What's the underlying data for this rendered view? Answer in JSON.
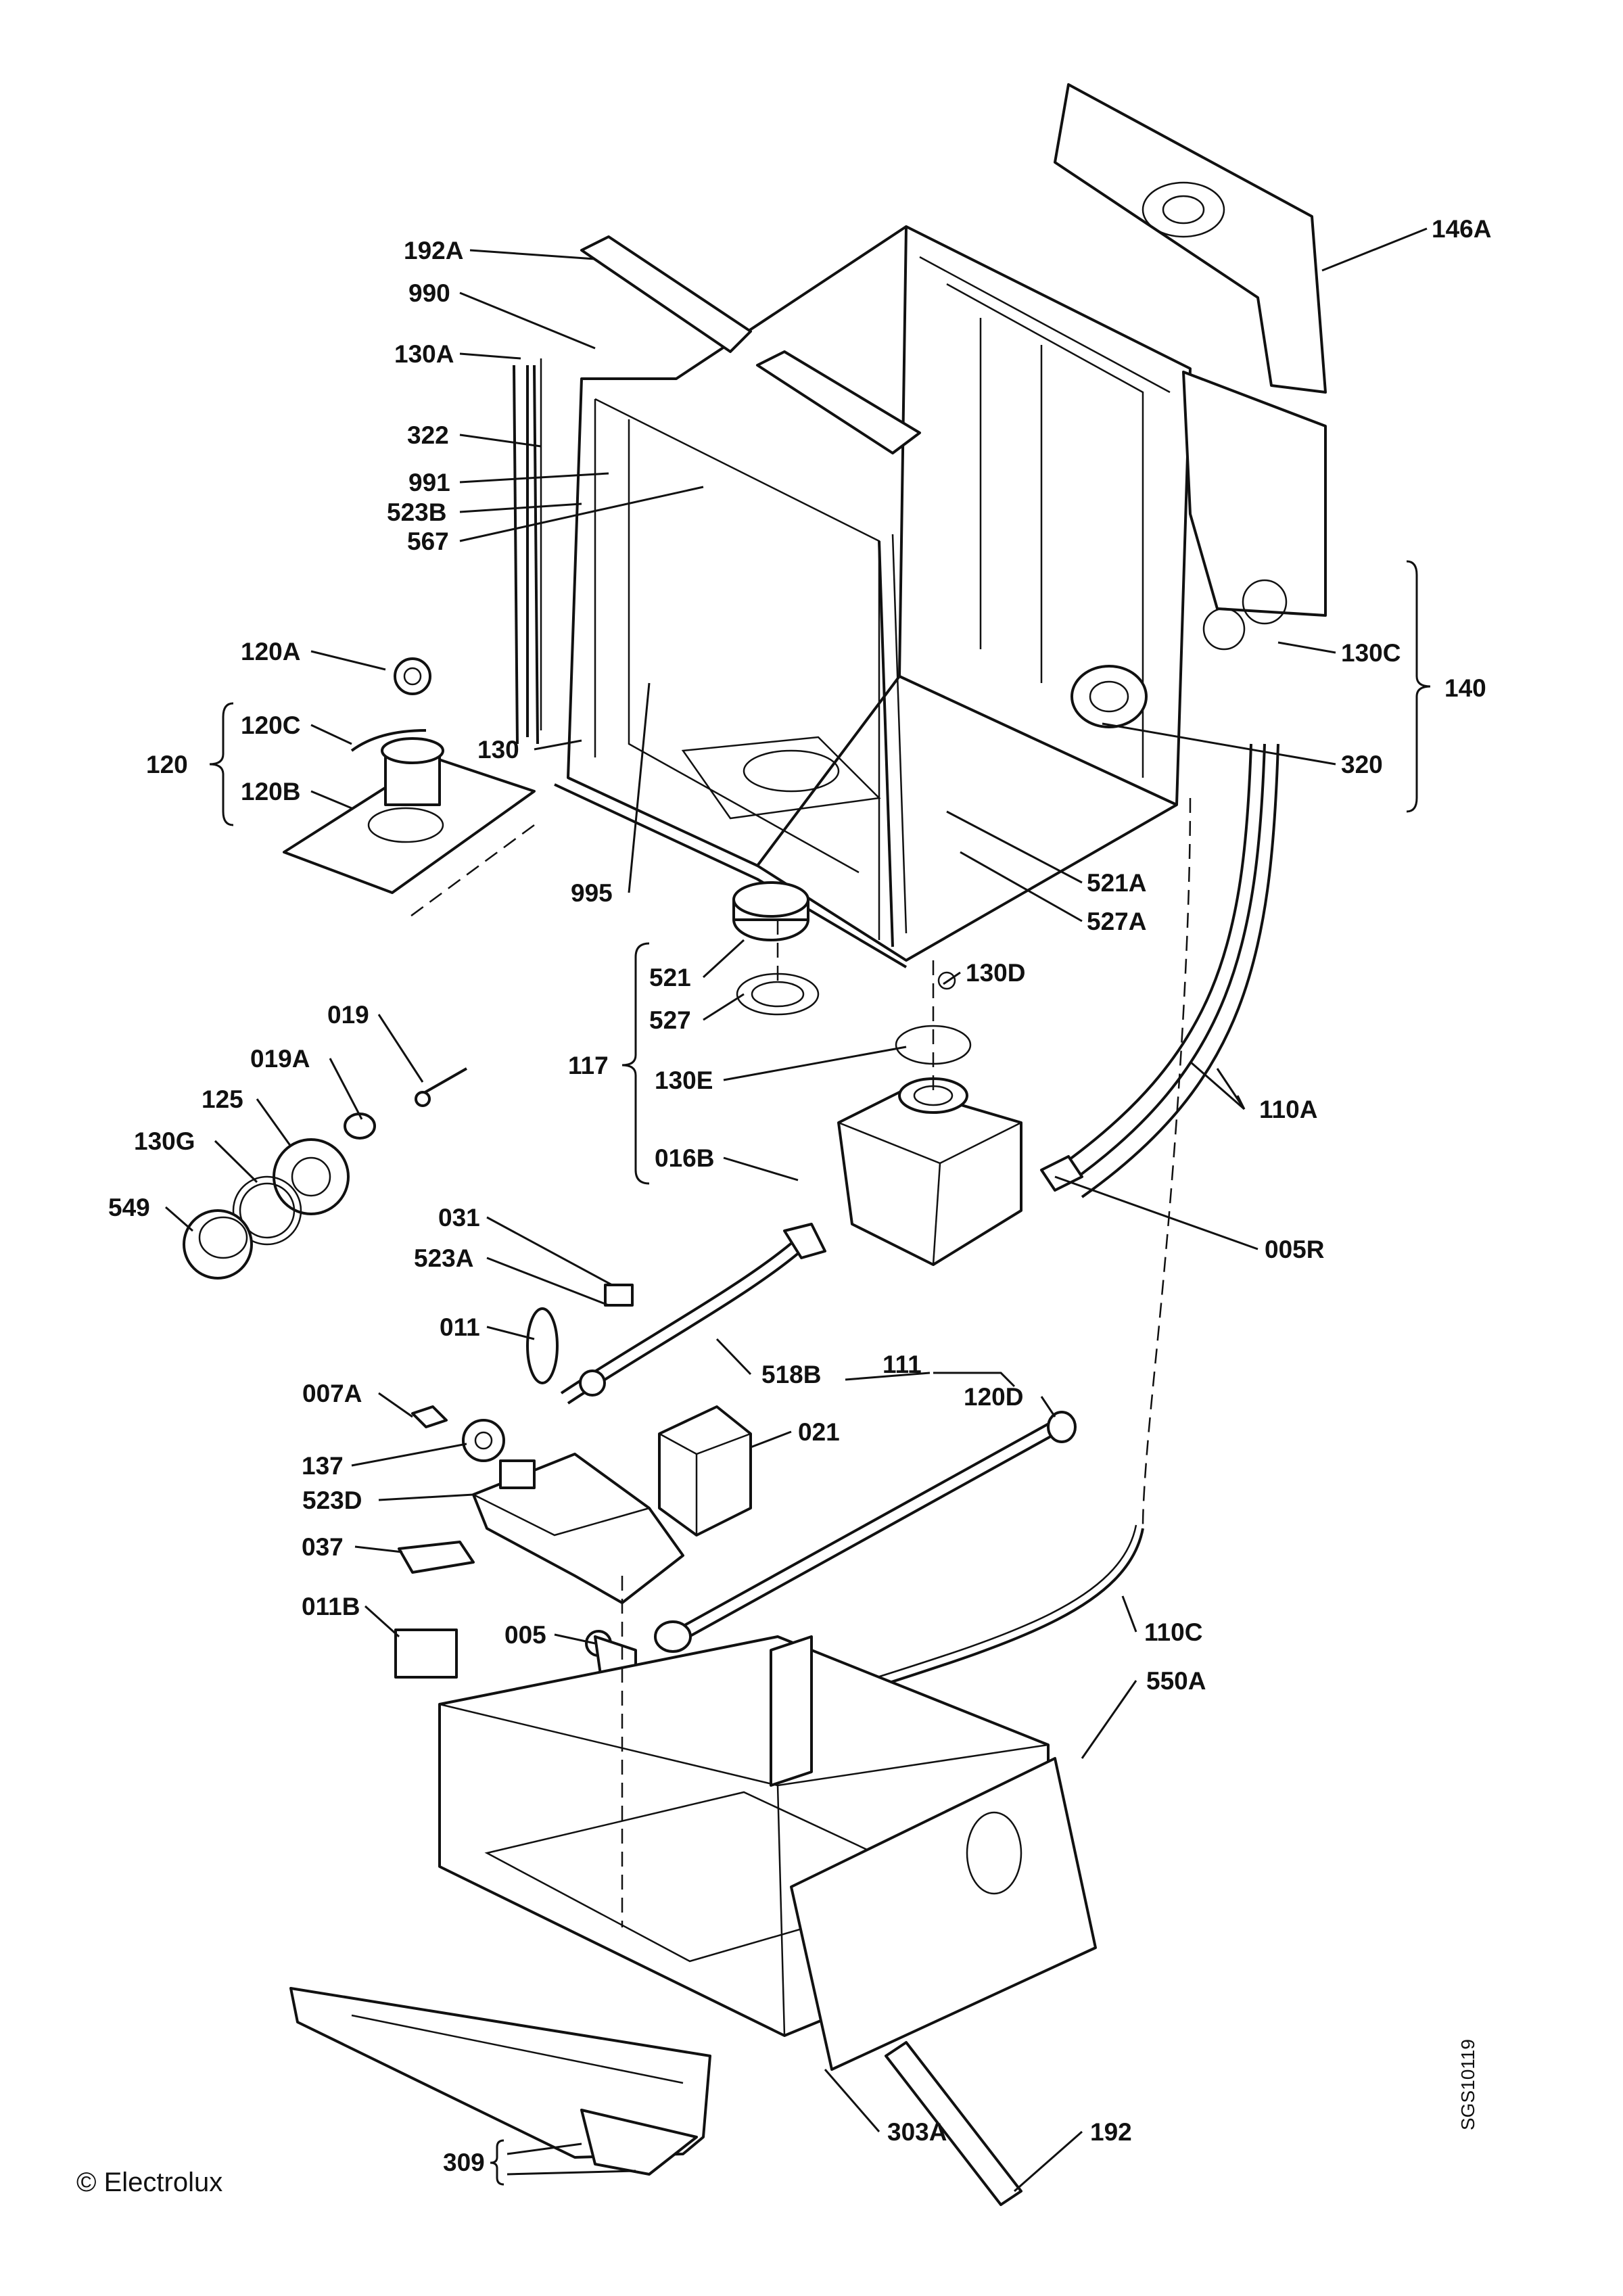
{
  "diagram": {
    "copyright": "© Electrolux",
    "drawing_code": "SGS10119"
  },
  "labels": {
    "l_192A": "192A",
    "l_990": "990",
    "l_130A": "130A",
    "l_322": "322",
    "l_991": "991",
    "l_523B": "523B",
    "l_567": "567",
    "l_120A": "120A",
    "l_120C": "120C",
    "l_120": "120",
    "l_120B": "120B",
    "l_130": "130",
    "l_995": "995",
    "l_146A": "146A",
    "l_130C": "130C",
    "l_140": "140",
    "l_320": "320",
    "l_521A": "521A",
    "l_527A": "527A",
    "l_521": "521",
    "l_130D": "130D",
    "l_527": "527",
    "l_117": "117",
    "l_130E": "130E",
    "l_016B": "016B",
    "l_110A": "110A",
    "l_005R": "005R",
    "l_019": "019",
    "l_019A": "019A",
    "l_125": "125",
    "l_130G": "130G",
    "l_549": "549",
    "l_031": "031",
    "l_523A": "523A",
    "l_011": "011",
    "l_518B": "518B",
    "l_007A": "007A",
    "l_111": "111",
    "l_120D": "120D",
    "l_021": "021",
    "l_137": "137",
    "l_523D": "523D",
    "l_037": "037",
    "l_011B": "011B",
    "l_005": "005",
    "l_110C": "110C",
    "l_550A": "550A",
    "l_303A": "303A",
    "l_192": "192",
    "l_309": "309"
  }
}
